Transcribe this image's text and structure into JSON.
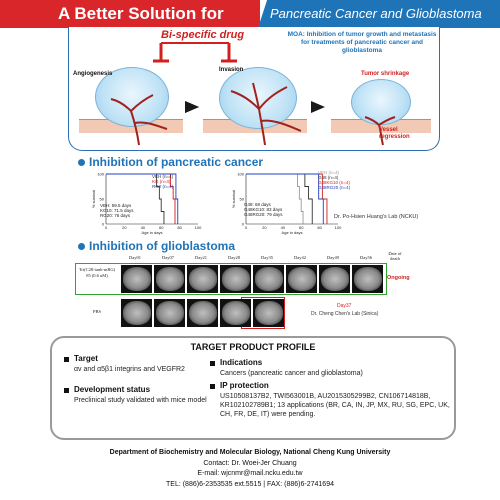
{
  "header": {
    "left_title": "A Better Solution for",
    "right_title": "Pancreatic Cancer and Glioblastoma"
  },
  "mechanism": {
    "drug_label": "Bi-specific drug",
    "moa_text": "MOA: Inhibition of tumor growth and metastasis for treatments of pancreatic cancer and glioblastoma",
    "stage1_label": "Angiogenesis",
    "stage2_label": "Invasion",
    "tumor_shrinkage": "Tumor shrinkage",
    "vessel_regression": "Vessel regression",
    "colors": {
      "red": "#d21f1f",
      "blue": "#1f73b7"
    }
  },
  "sections": {
    "pancreatic": "Inhibition of pancreatic cancer",
    "glioblastoma": "Inhibition of glioblastoma"
  },
  "pancreatic_plots": {
    "left": {
      "legend": [
        "VEH (n=4)",
        "KG (n=4)",
        "RG2 (n=4)"
      ],
      "stats": [
        "VEH: 59.5 days",
        "KG10: 71.5 days",
        "RG20: 76 days"
      ],
      "xlabel": "Age in days",
      "ylabel": "% survival"
    },
    "right": {
      "legend": [
        "VEH (n=4)",
        "G48 (n=4)",
        "G48KG10 (n=4)",
        "G48RG20 (n=4)"
      ],
      "stats": [
        "G48: 68 days",
        "G48KG10: 83 days",
        "G48RG20: 79 days"
      ],
      "xlabel": "Age in days",
      "ylabel": "% survival"
    },
    "credit": "Dr. Po-Hsien Huang's Lab (NCKU)"
  },
  "chart_data": [
    {
      "type": "line",
      "xlabel": "Age in days",
      "ylabel": "% survival",
      "ylim": [
        0,
        100
      ],
      "xlim": [
        0,
        100
      ],
      "series": [
        {
          "name": "VEH (n=4)",
          "color": "#333333",
          "x": [
            0,
            52,
            55,
            58,
            60,
            63
          ],
          "y": [
            100,
            100,
            75,
            50,
            25,
            0
          ]
        },
        {
          "name": "KG (n=4)",
          "color": "#d21f1f",
          "x": [
            0,
            66,
            70,
            73,
            75
          ],
          "y": [
            100,
            100,
            75,
            50,
            0
          ]
        },
        {
          "name": "RG2 (n=4)",
          "color": "#1f3fbf",
          "x": [
            0,
            74,
            76,
            78
          ],
          "y": [
            100,
            100,
            50,
            0
          ]
        }
      ]
    },
    {
      "type": "line",
      "xlabel": "Age in days",
      "ylabel": "% survival",
      "ylim": [
        0,
        100
      ],
      "xlim": [
        0,
        100
      ],
      "series": [
        {
          "name": "VEH (n=4)",
          "color": "#999999",
          "x": [
            0,
            52,
            56,
            58,
            60,
            62
          ],
          "y": [
            100,
            100,
            75,
            50,
            25,
            0
          ]
        },
        {
          "name": "G48 (n=4)",
          "color": "#333333",
          "x": [
            0,
            60,
            64,
            68,
            72
          ],
          "y": [
            100,
            100,
            75,
            50,
            0
          ]
        },
        {
          "name": "G48KG10 (n=4)",
          "color": "#d21f1f",
          "x": [
            0,
            78,
            83,
            88
          ],
          "y": [
            100,
            100,
            50,
            0
          ]
        },
        {
          "name": "G48RG20 (n=4)",
          "color": "#1f3fbf",
          "x": [
            0,
            74,
            79,
            84
          ],
          "y": [
            100,
            100,
            50,
            0
          ]
        }
      ]
    }
  ],
  "mri": {
    "days": [
      "Day01",
      "Day07",
      "Day21",
      "Day28",
      "Day35",
      "Day42",
      "Day49",
      "Day56"
    ],
    "death_header": "Date of death",
    "row1_label": "Tri(C28-tanh-mRG) 85 (0.6 uM)",
    "row1_status": "Ongoing",
    "row2_label": "PBS",
    "row2_status": "Day37",
    "credit": "Dr. Cheng Chen's Lab (Sinica)"
  },
  "profile": {
    "title": "TARGET PRODUCT PROFILE",
    "target_head": "Target",
    "target_text": "αv and α5β1 integrins and VEGFR2",
    "dev_head": "Development status",
    "dev_text": "Preclinical study validated with mice model",
    "ind_head": "Indications",
    "ind_text": "Cancers (pancreatic cancer and glioblastoma)",
    "ip_head": "IP protection",
    "ip_text": "US10508137B2, TWI563001B, AU2015305299B2, CN106714818B, KR102102789B1; 13 applications (BR, CA, IN, JP, MX, RU, SG, EPC, UK, CH, FR, DE, IT) were pending."
  },
  "footer": {
    "dept": "Department of Biochemistry and Molecular Biology, National Cheng Kung University",
    "contact": "Contact: Dr. Woei-Jer Chuang",
    "email": "E-mail: wjcnmr@mail.ncku.edu.tw",
    "tel": "TEL: (886)6-2353535 ext.5515  |  FAX: (886)6-2741694"
  }
}
